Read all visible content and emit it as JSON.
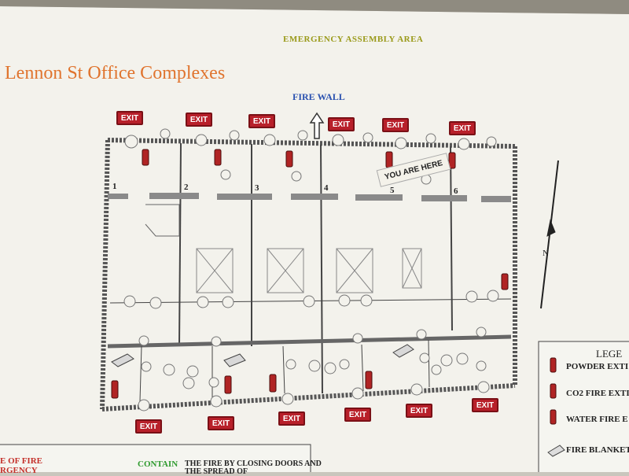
{
  "emergency_assembly_area": "EMERGENCY ASSEMBLY AREA",
  "building_title": "Lennon St Office Complexes",
  "fire_wall_label": "FIRE WALL",
  "exit_label": "EXIT",
  "you_are_here": "YOU ARE HERE",
  "room_numbers": [
    "1",
    "2",
    "3",
    "4",
    "5",
    "6"
  ],
  "legend": {
    "title": "LEGE",
    "items": [
      "POWDER EXTI",
      "CO2 FIRE EXTI",
      "WATER FIRE E",
      "FIRE BLANKET"
    ]
  },
  "bottom_left": {
    "line1": "E OF FIRE",
    "line2": "RGENCY"
  },
  "contain": {
    "keyword": "CONTAIN",
    "text": "THE FIRE BY CLOSING DOORS AND",
    "text2": "THE SPREAD OF"
  },
  "colors": {
    "paper": "#f3f2ec",
    "exit_red": "#b8202a",
    "title_orange": "#e0742e",
    "fire_wall_blue": "#2b52b0",
    "assembly_olive": "#9a9a1a",
    "contain_green": "#2e9a2e"
  }
}
